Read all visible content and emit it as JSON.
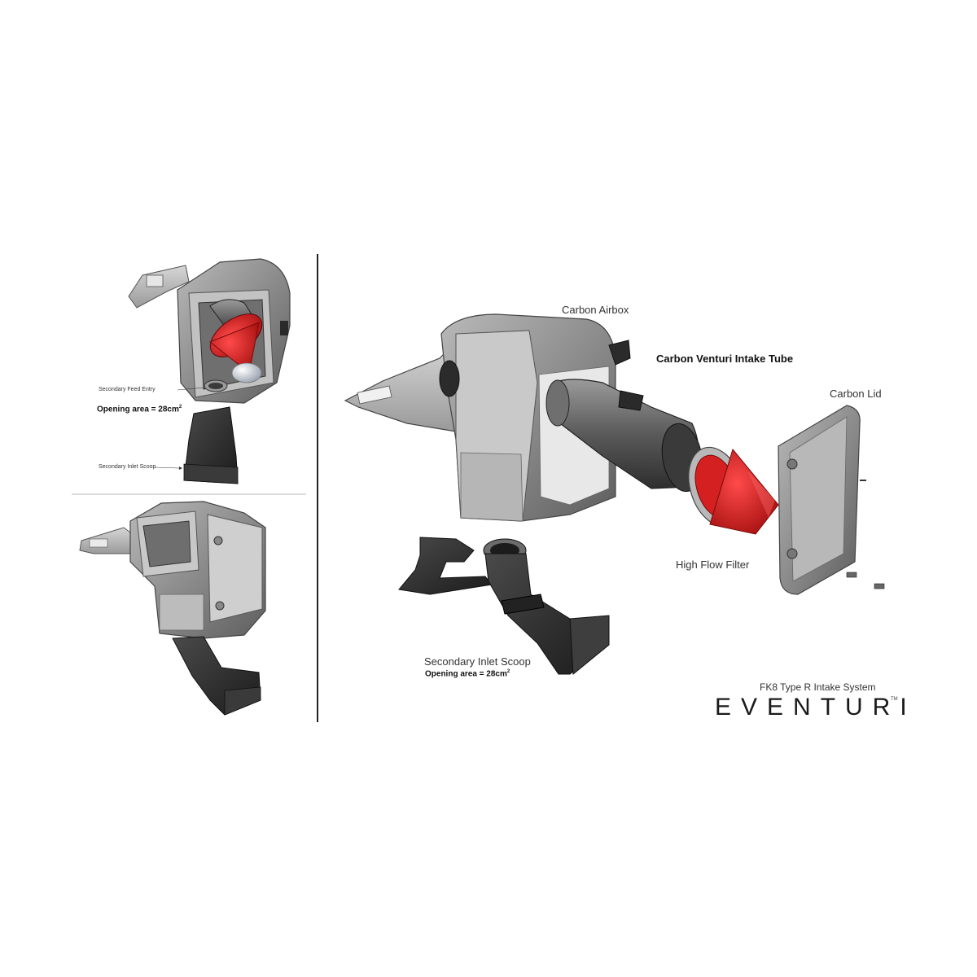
{
  "left_top": {
    "secondary_feed_entry": "Secondary Feed Entry",
    "opening_area": "Opening area = 28cm",
    "opening_area_sup": "2",
    "secondary_inlet_scoop": "Secondary Inlet Scoop"
  },
  "main": {
    "carbon_airbox": "Carbon Airbox",
    "carbon_venturi_intake_tube": "Carbon Venturi Intake Tube",
    "carbon_lid": "Carbon Lid",
    "high_flow_filter": "High Flow Filter",
    "secondary_inlet_scoop": "Secondary Inlet Scoop",
    "opening_area": "Opening area = 28cm",
    "opening_area_sup": "2"
  },
  "branding": {
    "product_title": "FK8 Type R Intake System",
    "logo_text": "EVENTURI",
    "trademark": "TM"
  },
  "colors": {
    "filter_red": "#d11a1a",
    "carbon_grey": "#8a8a8a",
    "dark_part": "#2b2b2b",
    "divider": "#222222"
  }
}
